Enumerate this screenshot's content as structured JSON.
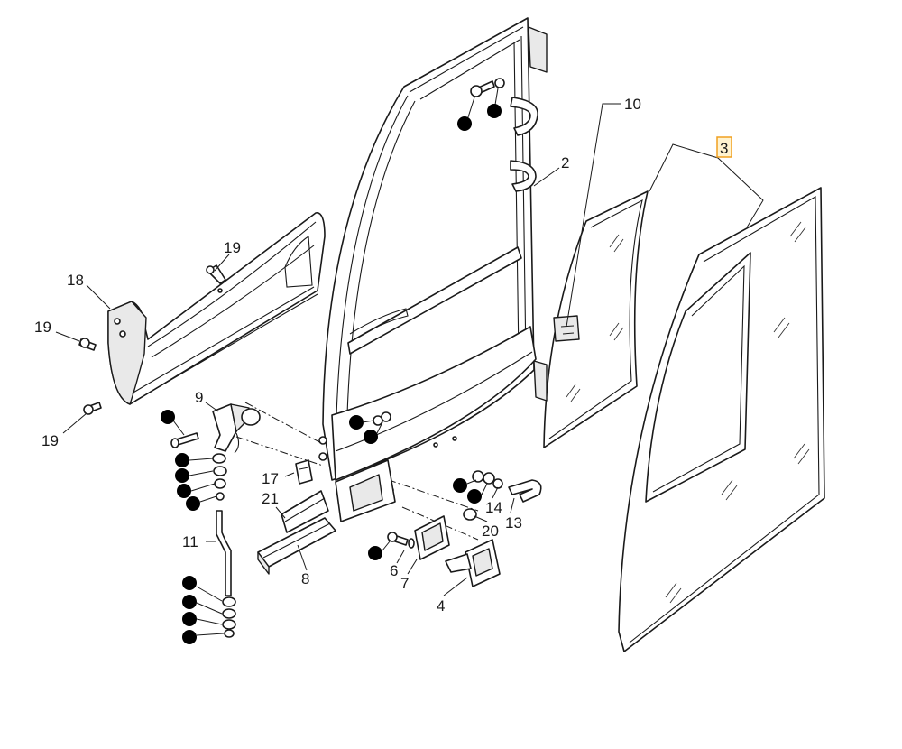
{
  "diagram": {
    "highlight_color": "#f0a020",
    "callouts": [
      {
        "id": "c10",
        "label": "10"
      },
      {
        "id": "c3",
        "label": "3",
        "highlighted": true
      },
      {
        "id": "c2",
        "label": "2"
      },
      {
        "id": "c19a",
        "label": "19"
      },
      {
        "id": "c18",
        "label": "18"
      },
      {
        "id": "c19b",
        "label": "19"
      },
      {
        "id": "c19c",
        "label": "19"
      },
      {
        "id": "c9",
        "label": "9"
      },
      {
        "id": "c17",
        "label": "17"
      },
      {
        "id": "c21",
        "label": "21"
      },
      {
        "id": "c11",
        "label": "11"
      },
      {
        "id": "c8",
        "label": "8"
      },
      {
        "id": "c14",
        "label": "14"
      },
      {
        "id": "c13",
        "label": "13"
      },
      {
        "id": "c20",
        "label": "20"
      },
      {
        "id": "c6",
        "label": "6"
      },
      {
        "id": "c7",
        "label": "7"
      },
      {
        "id": "c4",
        "label": "4"
      }
    ]
  }
}
